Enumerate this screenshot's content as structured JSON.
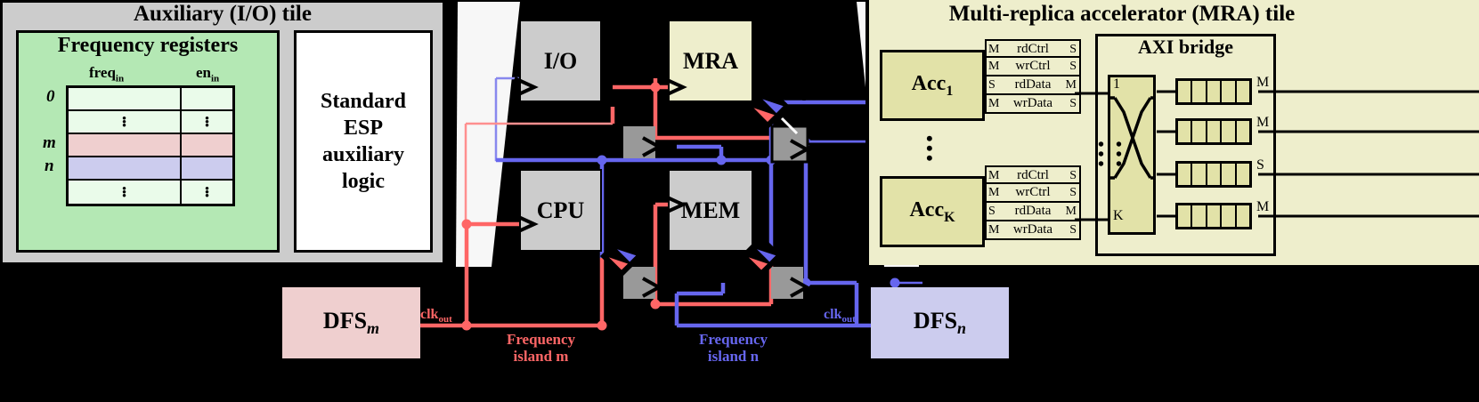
{
  "colors": {
    "red": "#ff6666",
    "blue": "#6666ee",
    "aux_tile_bg": "#cccccc",
    "freq_panel_bg": "#b4e8b4",
    "mra_tile_bg": "#eeeecc",
    "acc_bg": "#e2e2a8",
    "row_m": "#efcfcf",
    "row_n": "#ccccee",
    "tile_bg": "#cccccc",
    "router": "#999999",
    "background": "#000000"
  },
  "aux_tile": {
    "title": "Auxiliary (I/O) tile",
    "freq_registers": {
      "title": "Frequency registers",
      "columns": [
        "freq",
        "en"
      ],
      "column_subscripts": [
        "in",
        "in"
      ],
      "row_labels": [
        "0",
        "",
        "m",
        "n",
        ""
      ],
      "rows": [
        {
          "label": "0",
          "kind": "value",
          "color": "#eafbea"
        },
        {
          "label": "",
          "kind": "ellipsis",
          "color": "#eafbea"
        },
        {
          "label": "m",
          "kind": "value",
          "color": "#efcfcf"
        },
        {
          "label": "n",
          "kind": "value",
          "color": "#ccccee"
        },
        {
          "label": "",
          "kind": "ellipsis",
          "color": "#eafbea"
        }
      ]
    },
    "esp_logic": {
      "lines": [
        "Standard",
        "ESP",
        "auxiliary",
        "logic"
      ]
    }
  },
  "noc": {
    "tiles": [
      {
        "name": "I/O",
        "position": "top-left"
      },
      {
        "name": "MRA",
        "position": "top-right"
      },
      {
        "name": "CPU",
        "position": "bottom-left"
      },
      {
        "name": "MEM",
        "position": "bottom-right"
      }
    ]
  },
  "mra_tile": {
    "title": "Multi-replica accelerator (MRA) tile",
    "accelerators": [
      {
        "label": "Acc",
        "subscript": "1"
      },
      {
        "label": "Acc",
        "subscript": "K"
      }
    ],
    "port_rows": [
      {
        "left": "M",
        "name": "rdCtrl",
        "right": "S"
      },
      {
        "left": "M",
        "name": "wrCtrl",
        "right": "S"
      },
      {
        "left": "S",
        "name": "rdData",
        "right": "M"
      },
      {
        "left": "M",
        "name": "wrData",
        "right": "S"
      }
    ],
    "axi_bridge": {
      "title": "AXI bridge",
      "crossbar_top_label": "1",
      "crossbar_bottom_label": "K",
      "fifo_labels": [
        "M",
        "M",
        "S",
        "M"
      ],
      "fifo_cells": 5
    },
    "ellipsis": "⋮"
  },
  "dfs": {
    "m": {
      "label": "DFS",
      "subscript": "m",
      "clk_label": "clk",
      "clk_subscript": "out"
    },
    "n": {
      "label": "DFS",
      "subscript": "n",
      "clk_label": "clk",
      "clk_subscript": "out"
    }
  },
  "islands": {
    "m": {
      "line1": "Frequency",
      "line2": "island m"
    },
    "n": {
      "line1": "Frequency",
      "line2": "island n"
    }
  }
}
